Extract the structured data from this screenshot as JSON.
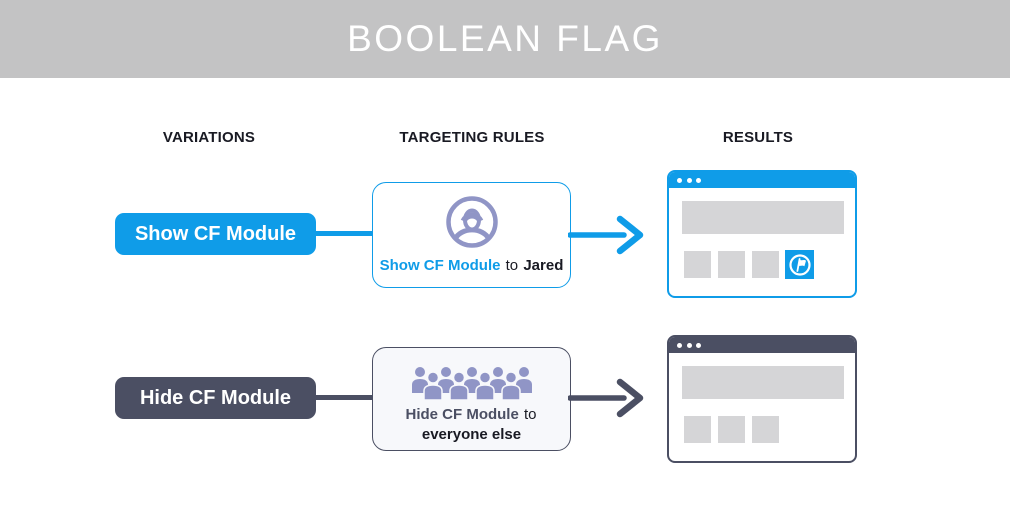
{
  "header": {
    "title": "BOOLEAN FLAG"
  },
  "columns": {
    "variations": "VARIATIONS",
    "targeting_rules": "TARGETING RULES",
    "results": "RESULTS"
  },
  "colors": {
    "blue": "#0f9ce8",
    "dark_slate": "#4b4f63",
    "icon_purple": "#9095c6",
    "placeholder_gray": "#d5d5d7",
    "header_band_gray": "#c3c3c4"
  },
  "rows": [
    {
      "variation": "Show CF Module",
      "rule": {
        "flag": "Show CF Module",
        "preposition": "to",
        "audience": "Jared"
      },
      "result": {
        "module_visible": true
      }
    },
    {
      "variation": "Hide CF Module",
      "rule": {
        "flag": "Hide CF Module",
        "preposition": "to",
        "audience": "everyone else"
      },
      "result": {
        "module_visible": false
      }
    }
  ]
}
